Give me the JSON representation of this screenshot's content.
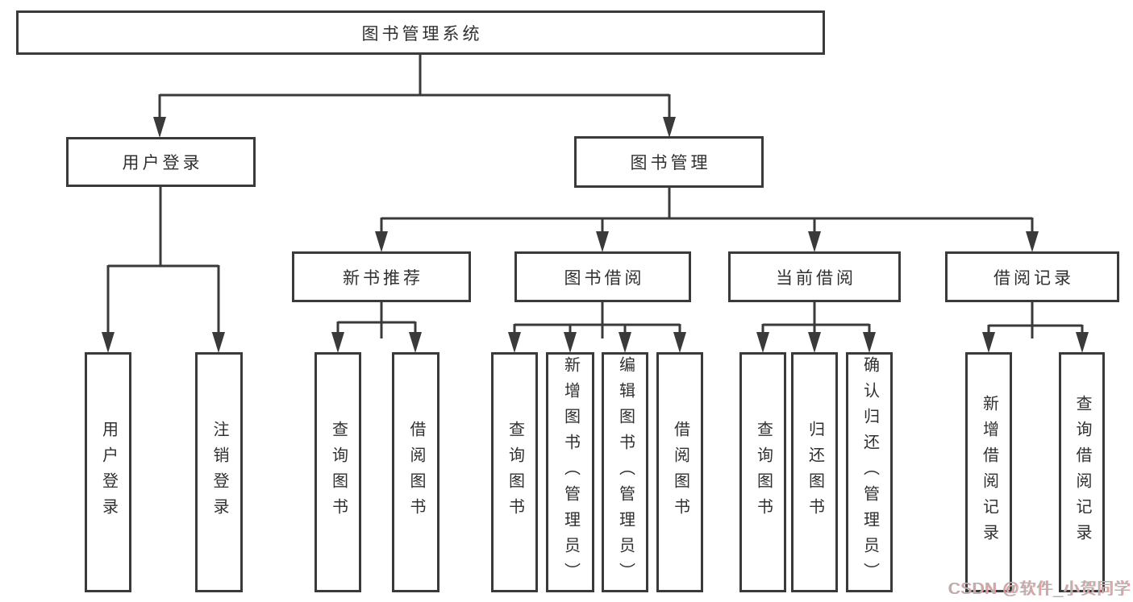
{
  "diagram": {
    "title": "图书管理系统",
    "nodes": {
      "root": {
        "label": "图书管理系统"
      },
      "user_login": {
        "label": "用户登录"
      },
      "book_mgmt": {
        "label": "图书管理"
      },
      "login": {
        "label": "用户登录"
      },
      "logout": {
        "label": "注销登录"
      },
      "new_rec": {
        "label": "新书推荐"
      },
      "book_borrow": {
        "label": "图书借阅"
      },
      "current_borrow": {
        "label": "当前借阅"
      },
      "borrow_records": {
        "label": "借阅记录"
      },
      "rec_query": {
        "label": "查询图书"
      },
      "rec_borrow": {
        "label": "借阅图书"
      },
      "bb_query": {
        "label": "查询图书"
      },
      "bb_add": {
        "label": "新增图书（管理员）"
      },
      "bb_edit": {
        "label": "编辑图书（管理员）"
      },
      "bb_borrow": {
        "label": "借阅图书"
      },
      "cb_query": {
        "label": "查询图书"
      },
      "cb_return": {
        "label": "归还图书"
      },
      "cb_confirm": {
        "label": "确认归还（管理员）"
      },
      "br_add": {
        "label": "新增借阅记录"
      },
      "br_query": {
        "label": "查询借阅记录"
      }
    }
  },
  "watermark": {
    "text": "CSDN @软件_小贺同学"
  },
  "colors": {
    "line": "#3a3a3a",
    "text": "#303030",
    "background": "#ffffff",
    "watermark": "#b2b2b2",
    "watermark_shadow": "#ef9a9a"
  }
}
